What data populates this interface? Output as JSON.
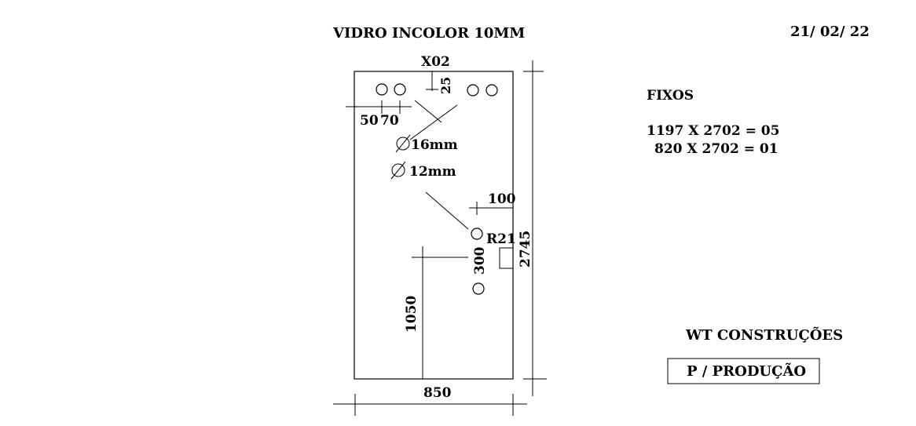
{
  "header": {
    "title": "VIDRO INCOLOR 10MM",
    "date": "21/ 02/ 22"
  },
  "drawing": {
    "piece_mark": "X02",
    "dim_top_offset": "25",
    "dim_hole_a": "50",
    "dim_hole_b": "70",
    "hole_large": "16mm",
    "hole_small": "12mm",
    "dim_side_offset": "100",
    "radius_label": "R21",
    "dim_hole_spacing": "300",
    "dim_height_from_base": "1050",
    "dim_total_height": "2745",
    "dim_width": "850"
  },
  "notes": {
    "section_title": "FIXOS",
    "lines": [
      "1197 X 2702 = 05",
      "820 X 2702 = 01"
    ]
  },
  "footer": {
    "company": "WT CONSTRUÇÕES",
    "stamp": "P / PRODUÇÃO"
  }
}
